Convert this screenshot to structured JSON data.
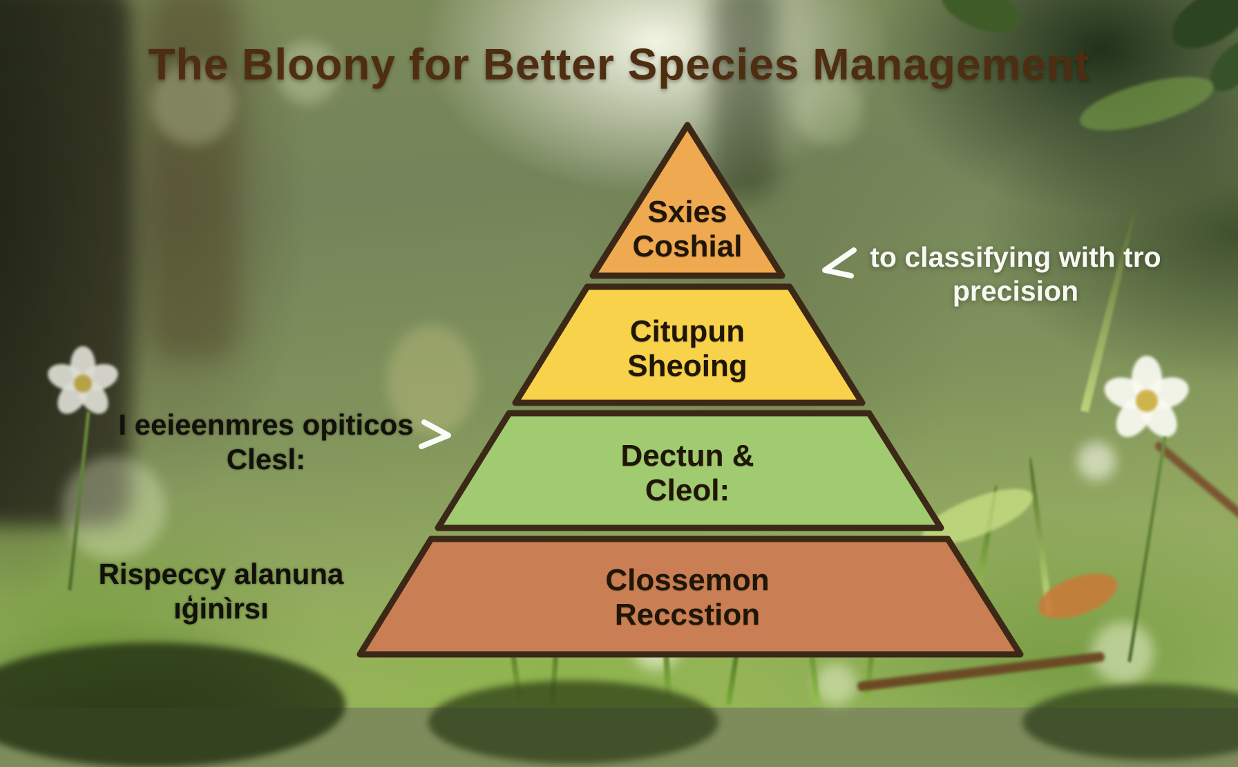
{
  "title": "The Bloony for Better Species Management",
  "pyramid": {
    "outline_color": "#3b2817",
    "tiers": [
      {
        "line1": "Sxies",
        "line2": "Coshial",
        "color": "#efa950"
      },
      {
        "line1": "Citupun",
        "line2": "Sheoing",
        "color": "#f8d24b"
      },
      {
        "line1": "Dectun &",
        "line2": "Cleol:",
        "color": "#a1cb71"
      },
      {
        "line1": "Clossemon",
        "line2": "Reccstion",
        "color": "#c97e53"
      }
    ]
  },
  "annotations": {
    "left_top": {
      "line1": "I eeieenmres opiticos",
      "line2": "Clesl:"
    },
    "left_bottom": {
      "line1": "Rispeccy alanuna",
      "line2": "ıģinìrsı"
    },
    "right": {
      "line1": "to classifying with tro",
      "line2": "precision"
    }
  },
  "colors": {
    "title_text": "#4e2d11",
    "tier_text": "#201607",
    "annotation_dark": "#12100a",
    "annotation_light": "#f7f8f2",
    "arrow": "#fbfbf7"
  }
}
